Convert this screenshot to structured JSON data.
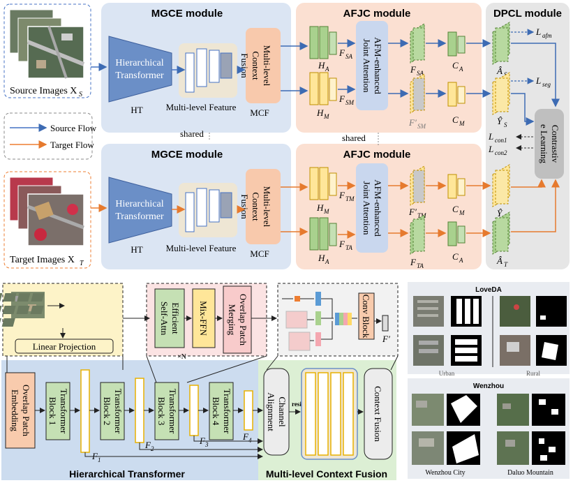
{
  "colors": {
    "mgce_bg": "#dbe5f3",
    "afjc_bg": "#fbe0d2",
    "dpcl_bg": "#e6e6e6",
    "source_flow": "#4472c4",
    "target_flow": "#ed7d31",
    "ht_bg": "#ccdcef",
    "mcf_bg": "#dcefd4",
    "yellow_box": "#fdf3c8",
    "pink_box": "#fbe3e3"
  },
  "top": {
    "source_images": "Source Images X",
    "source_images_sub": "S",
    "target_images": "Target Images X",
    "target_images_sub": "T",
    "legend_source": "Source Flow",
    "legend_target": "Target Flow",
    "mgce_title": "MGCE module",
    "mgce_title2": "MGCE module",
    "afjc_title": "AFJC module",
    "afjc_title2": "AFJC module",
    "dpcl_title": "DPCL module",
    "hier_transformer_1": "Hierarchical",
    "hier_transformer_2": "Transformer",
    "ht": "HT",
    "multi_level_feature": "Multi-level Feature",
    "mcf_lines": [
      "Multi-level",
      "Context",
      "Fusion"
    ],
    "mcf": "MCF",
    "shared": "shared",
    "afm_lines": [
      "AFM-enhanced",
      "Joint Attention"
    ],
    "contrastive_lines": [
      "Contrastiv",
      "e Learning"
    ],
    "labels": {
      "ha": "H",
      "ha_sub": "A",
      "hm": "H",
      "hm_sub": "M",
      "fsa": "F",
      "fsa_sub": "SA",
      "fsm": "F",
      "fsm_sub": "SM",
      "fsa_out": "F",
      "fsa_out_sub": "SA",
      "fsm_out": "F′",
      "fsm_out_sub": "SM",
      "ca": "C",
      "ca_sub": "A",
      "cm": "C",
      "cm_sub": "M",
      "as": "Â",
      "as_sub": "S",
      "ys": "Ŷ",
      "ys_sub": "S",
      "lafm": "L",
      "lafm_sub": "afm",
      "lseg": "L",
      "lseg_sub": "seg",
      "lcon1": "L",
      "lcon1_sub": "con1",
      "lcon2": "L",
      "lcon2_sub": "con2",
      "ftm": "F",
      "ftm_sub": "TM",
      "fta": "F",
      "fta_sub": "TA",
      "ftm_out": "F′",
      "ftm_out_sub": "TM",
      "fta_out": "F",
      "fta_out_sub": "TA",
      "yt": "Ŷ",
      "yt_sub": "T",
      "at": "Â",
      "at_sub": "T"
    }
  },
  "bottom": {
    "linear_projection": "Linear Projection",
    "efficient_self_attn": [
      "Efficient",
      "Self-Attn"
    ],
    "mix_ffn": "Mix-FFN",
    "overlap_patch_merging": [
      "Overlap Patch",
      "Merging"
    ],
    "xn": "×N",
    "conv_block": [
      "Conv Block"
    ],
    "f_prime": "F′",
    "overlap_patch_embedding": [
      "Overlap Patch",
      "Embedding"
    ],
    "blocks": [
      [
        "Transformer",
        "Block 1"
      ],
      [
        "Transformer",
        "Block 2"
      ],
      [
        "Transformer",
        "Block 3"
      ],
      [
        "Transformer",
        "Block 4"
      ]
    ],
    "f_labels": [
      "F",
      "F",
      "F",
      "F"
    ],
    "f_subs": [
      "1",
      "2",
      "3",
      "4"
    ],
    "channel_alignment": [
      "Channel",
      "Alignment"
    ],
    "resize": "resize",
    "context_fusion": "Context Fusion",
    "hierarchical_transformer": "Hierarchical Transformer",
    "mlcf": "Multi-level Context Fusion"
  },
  "datasets": {
    "loveda_title": "LoveDA",
    "loveda_urban": "Urban",
    "loveda_rural": "Rural",
    "wenzhou_title": "Wenzhou",
    "wenzhou_city": "Wenzhou City",
    "daluo_mountain": "Daluo Mountain"
  }
}
